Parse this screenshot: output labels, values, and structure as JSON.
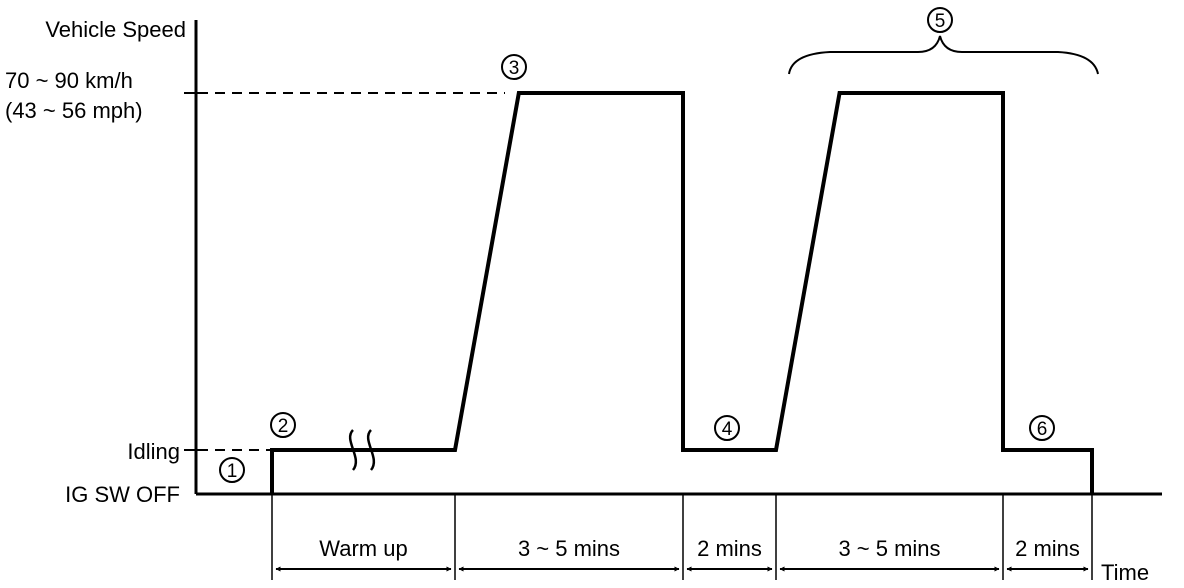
{
  "chart_data": {
    "type": "line",
    "ylabel": "Vehicle Speed",
    "xlabel": "Time",
    "y_levels": {
      "high_line1": "70 ~ 90 km/h",
      "high_line2": "(43 ~ 56 mph)",
      "idle": "Idling",
      "off": "IG SW OFF"
    },
    "phases": [
      {
        "label": "Warm up"
      },
      {
        "label": "3 ~ 5 mins"
      },
      {
        "label": "2 mins"
      },
      {
        "label": "3 ~ 5 mins"
      },
      {
        "label": "2 mins"
      }
    ],
    "markers": [
      {
        "symbol": "①"
      },
      {
        "symbol": "②"
      },
      {
        "symbol": "③"
      },
      {
        "symbol": "④"
      },
      {
        "symbol": "⑤"
      },
      {
        "symbol": "⑥"
      }
    ],
    "series": [
      {
        "points": [
          {
            "t": 0,
            "v": "off"
          },
          {
            "t": 0,
            "v": "idle"
          },
          {
            "t": 1,
            "v": "idle"
          },
          {
            "t": 1.28,
            "v": "high"
          },
          {
            "t": 2,
            "v": "high"
          },
          {
            "t": 2,
            "v": "idle"
          },
          {
            "t": 3,
            "v": "idle"
          },
          {
            "t": 3.28,
            "v": "high"
          },
          {
            "t": 4,
            "v": "high"
          },
          {
            "t": 4,
            "v": "idle"
          },
          {
            "t": 5,
            "v": "idle"
          },
          {
            "t": 5,
            "v": "off"
          }
        ]
      }
    ],
    "grid": false
  }
}
